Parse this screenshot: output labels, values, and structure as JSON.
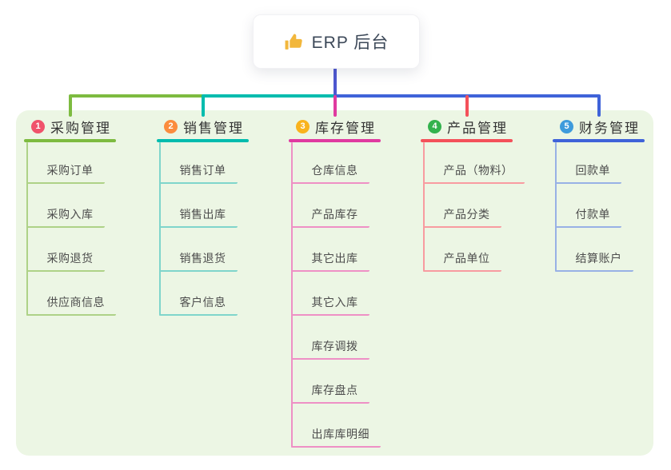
{
  "root": {
    "icon": "thumbs-up-icon",
    "label": "ERP 后台"
  },
  "branches": [
    {
      "num": "1",
      "label": "采购管理",
      "badge_color": "#f0536b",
      "line_color": "#7dbb40",
      "child_line_color": "#aed287",
      "children": [
        "采购订单",
        "采购入库",
        "采购退货",
        "供应商信息"
      ]
    },
    {
      "num": "2",
      "label": "销售管理",
      "badge_color": "#fb8c3e",
      "line_color": "#00bcae",
      "child_line_color": "#7fd5cb",
      "children": [
        "销售订单",
        "销售出库",
        "销售退货",
        "客户信息"
      ]
    },
    {
      "num": "3",
      "label": "库存管理",
      "badge_color": "#f9b31d",
      "line_color": "#e03aa0",
      "child_line_color": "#ee90c5",
      "children": [
        "仓库信息",
        "产品库存",
        "其它出库",
        "其它入库",
        "库存调拨",
        "库存盘点",
        "出库库明细"
      ]
    },
    {
      "num": "4",
      "label": "产品管理",
      "badge_color": "#33b24d",
      "line_color": "#f4515a",
      "child_line_color": "#f89ba0",
      "children": [
        "产品（物料）",
        "产品分类",
        "产品单位"
      ]
    },
    {
      "num": "5",
      "label": "财务管理",
      "badge_color": "#3e9bdc",
      "line_color": "#3f63d9",
      "child_line_color": "#98b1e5",
      "children": [
        "回款单",
        "付款单",
        "结算账户"
      ]
    }
  ],
  "colors": {
    "root_connector": "#4d57d0",
    "panel_bg": "#ecf6e4",
    "icon_color": "#f2b73c"
  }
}
